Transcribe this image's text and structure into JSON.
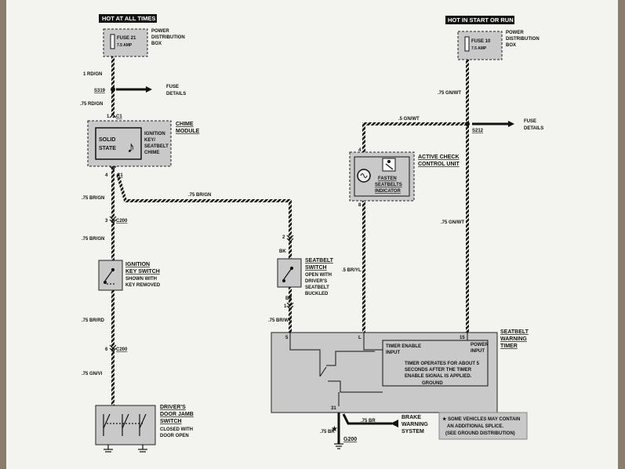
{
  "headers": {
    "left": "HOT AT ALL TIMES",
    "right": "HOT IN START OR RUN"
  },
  "fuse21": {
    "name": "FUSE 21",
    "rating": "7.5 AMP",
    "box_line1": "POWER",
    "box_line2": "DISTRIBUTION",
    "box_line3": "BOX"
  },
  "fuse10": {
    "name": "FUSE 10",
    "rating": "7.5 AMP",
    "box_line1": "POWER",
    "box_line2": "DISTRIBUTION",
    "box_line3": "BOX"
  },
  "wires": {
    "w1": "1 RD/GN",
    "w2": ".75 RD/GN",
    "w3": ".75 BR/GN",
    "w4": ".75 BR/GN",
    "w5": ".75 BR/GN",
    "w6": ".75 BR/RD",
    "w7": ".75 GN/VI",
    "w8": ".5 GN/WT",
    "w9": ".75 GN/WT",
    "w10": ".75 GN/WT",
    "w11": ".5 BR/YL",
    "w12": ".75 BR/WT",
    "w13": ".75 BR",
    "w14": ".75 BR",
    "bk1": "BK",
    "bk2": "BK"
  },
  "splices": {
    "s319": "S319",
    "fuse_details1_a": "FUSE",
    "fuse_details1_b": "DETAILS",
    "s212": "S212",
    "fuse_details2_a": "FUSE",
    "fuse_details2_b": "DETAILS"
  },
  "connectors": {
    "c1a": "C1",
    "c1b": "C1",
    "c200a": "C200",
    "c200b": "C200",
    "g200": "G200"
  },
  "pins": {
    "p1": "1",
    "p4": "4",
    "p3": "3",
    "p6": "6",
    "p2": "2",
    "p1b": "1",
    "p4b": "4",
    "p8": "8",
    "p5": "5",
    "pL": "L",
    "p15": "15",
    "p31": "31"
  },
  "chime": {
    "title1": "CHIME",
    "title2": "MODULE",
    "solid1": "SOLID",
    "solid2": "STATE",
    "ign1": "IGNITION",
    "ign2": "KEY/",
    "ign3": "SEATBELT",
    "ign4": "CHIME"
  },
  "acc": {
    "title1": "ACTIVE CHECK",
    "title2": "CONTROL UNIT",
    "ind1": "FASTEN",
    "ind2": "SEATBELTS",
    "ind3": "INDICATOR"
  },
  "ignsw": {
    "t1": "IGNITION",
    "t2": "KEY SWITCH",
    "t3": "SHOWN WITH",
    "t4": "KEY REMOVED"
  },
  "seatsw": {
    "t1": "SEATBELT",
    "t2": "SWITCH",
    "t3": "OPEN WITH",
    "t4": "DRIVER'S",
    "t5": "SEATBELT",
    "t6": "BUCKLED"
  },
  "doorsw": {
    "t1": "DRIVER'S",
    "t2": "DOOR JAMB",
    "t3": "SWITCH",
    "t4": "CLOSED WITH",
    "t5": "DOOR OPEN"
  },
  "timer": {
    "title1": "SEATBELT",
    "title2": "WARNING",
    "title3": "TIMER",
    "enable1": "TIMER ENABLE",
    "enable2": "INPUT",
    "power1": "POWER",
    "power2": "INPUT",
    "n1": "TIMER OPERATES FOR ABOUT 5",
    "n2": "SECONDS AFTER THE TIMER",
    "n3": "ENABLE SIGNAL IS APPLIED.",
    "ground": "GROUND"
  },
  "brake": {
    "t1": "BRAKE",
    "t2": "WARNING",
    "t3": "SYSTEM"
  },
  "note": {
    "l1": "★ SOME VEHICLES MAY CONTAIN",
    "l2": "AN ADDITIONAL SPLICE.",
    "l3": "(SEE GROUND DISTRIBUTION)"
  },
  "colors": {
    "paper": "#f3f3f0",
    "component_fill": "#c9c9c9",
    "wire": "#111111"
  }
}
